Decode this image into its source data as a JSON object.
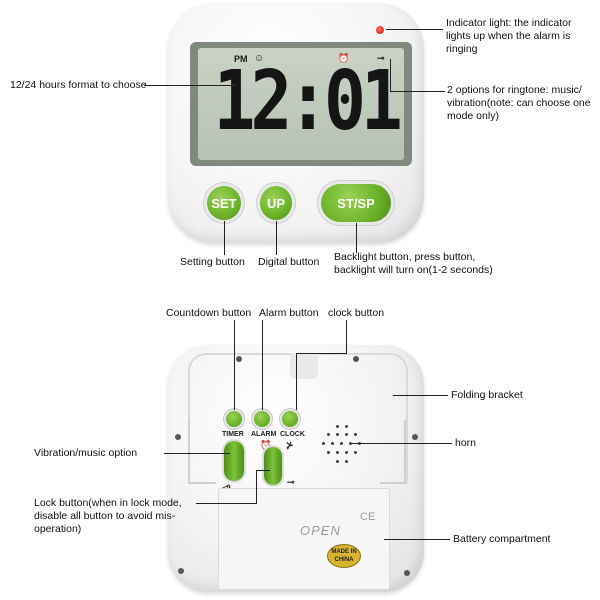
{
  "front": {
    "pm": "PM",
    "time": "12:01",
    "buttons": {
      "set": "SET",
      "up": "UP",
      "stsp": "ST/SP"
    }
  },
  "back": {
    "buttons": {
      "timer": "TIMER",
      "alarm": "ALARM",
      "clock": "CLOCK"
    },
    "open": "OPEN",
    "ce": "CE",
    "made_in_line1": "MADE IN",
    "made_in_line2": "CHINA"
  },
  "annotations": {
    "indicator_light": "Indicator light: the indicator lights up when the alarm is ringing",
    "hours_format": "12/24 hours format to choose",
    "ringtone": "2 options for ringtone: music/ vibration(note: can choose one mode only)",
    "setting_button": "Setting button",
    "digital_button": "Digital button",
    "backlight_button": "Backlight button, press button, backlight will turn on(1-2 seconds)",
    "countdown_button": "Countdown button",
    "alarm_button": "Alarm button",
    "clock_button": "clock button",
    "folding_bracket": "Folding bracket",
    "vibration_music_option": "Vibration/music option",
    "horn": "horn",
    "lock_button": "Lock button(when in lock mode, disable all button to avoid mis-operation)",
    "battery_compartment": "Battery compartment"
  },
  "icons": {
    "indicator_color": "#d01414",
    "button_green": "#6fb52c"
  }
}
